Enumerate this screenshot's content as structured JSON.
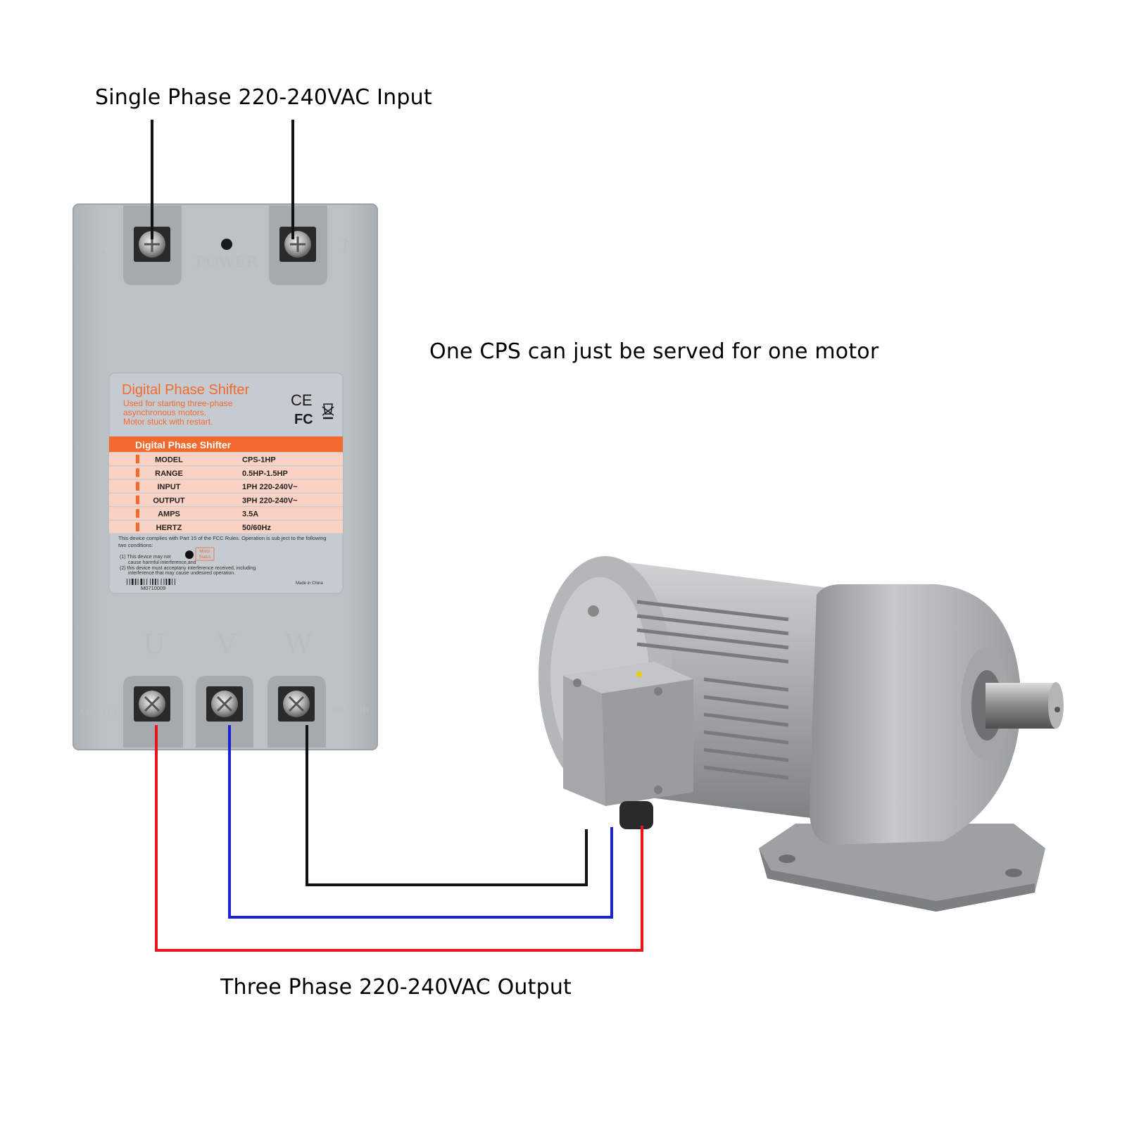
{
  "captions": {
    "input": "Single Phase 220-240VAC Input",
    "output": "Three Phase 220-240VAC Output",
    "note": "One CPS can just be served for one motor"
  },
  "device": {
    "terminal_left": "L",
    "terminal_right": "N",
    "power_label": "POWER",
    "out_u": "U",
    "out_v": "V",
    "out_w": "W",
    "motor_left": "MOTOR",
    "motor_right": "MOTOR",
    "plate": {
      "title": "Digital Phase Shifter",
      "desc1": "Used for starting three-phase",
      "desc2": "asynchronous motors.",
      "desc3": "Motor stuck with restart.",
      "ce": "CE",
      "fc": "FC",
      "band_title": "Digital Phase Shifter",
      "specs": [
        {
          "label": "MODEL",
          "value": "CPS-1HP"
        },
        {
          "label": "RANGE",
          "value": "0.5HP-1.5HP"
        },
        {
          "label": "INPUT",
          "value": "1PH 220-240V~"
        },
        {
          "label": "OUTPUT",
          "value": "3PH 220-240V~"
        },
        {
          "label": "AMPS",
          "value": "3.5A"
        },
        {
          "label": "HERTZ",
          "value": "50/60Hz"
        }
      ],
      "fcc1": "This device complies with Part 15 of the FCC Rules. Operation is sub ject to the following",
      "fcc2": "two conditions:",
      "cond1a": "(1) This device may not",
      "cond1b": "cause harmful interference,and",
      "cond2a": "(2) this device must acceptany interference received, including",
      "cond2b": "interference that may cause undesired operation.",
      "motor_status_1": "Motor",
      "motor_status_2": "Status",
      "serial": "M0710009",
      "made_in": "Made in China"
    }
  },
  "colors": {
    "accent": "#f26a2e",
    "row_bg": "#fad2c4",
    "body": "#b9bec3",
    "wire_red": "#e8161b",
    "wire_blue": "#1b22d6",
    "wire_black": "#111111"
  }
}
